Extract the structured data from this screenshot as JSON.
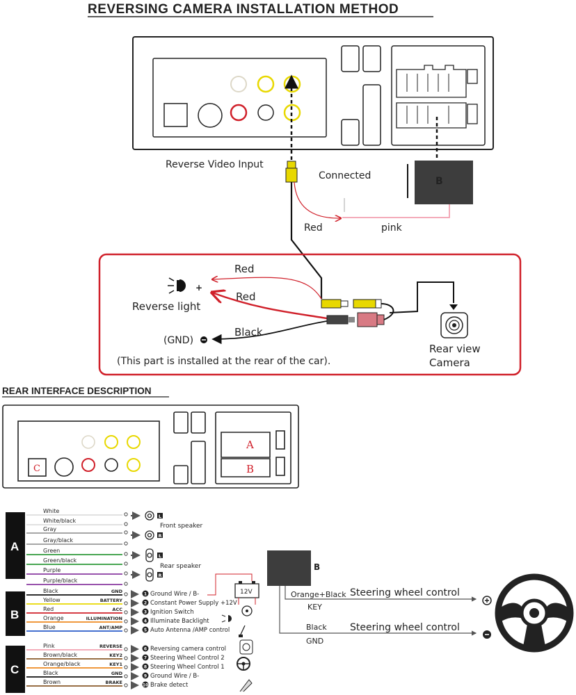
{
  "title": "REVERSING CAMERA INSTALLATION METHOD",
  "top": {
    "reverse_video_input": "Reverse Video Input",
    "connected": "Connected",
    "red": "Red",
    "pink": "pink",
    "connector_b": "B"
  },
  "rear": {
    "red_top": "Red",
    "red_mid": "Red",
    "black": "Black",
    "reverse_light": "Reverse light",
    "plus": "+",
    "gnd": "(GND)",
    "camera_line1": "Rear view",
    "camera_line2": "Camera",
    "note": "(This part is installed at the rear of the car)."
  },
  "interface": {
    "title": "REAR INTERFACE DESCRIPTION",
    "label_a": "A",
    "label_b": "B",
    "label_c": "C"
  },
  "groups": {
    "a": "A",
    "b": "B",
    "c": "C"
  },
  "group_a": {
    "wires": [
      "White",
      "White/black",
      "Gray",
      "Gray/black",
      "Green",
      "Green/black",
      "Purple",
      "Purple/black"
    ],
    "front_speaker": "Front speaker",
    "rear_speaker": "Rear speaker",
    "lr": [
      "L",
      "R",
      "L",
      "R"
    ]
  },
  "group_b": [
    {
      "wire": "Black",
      "pin": "GND",
      "num": "1",
      "desc": "Ground Wire / B-"
    },
    {
      "wire": "Yellow",
      "pin": "BATTERY",
      "num": "2",
      "desc": "Constant Power Supply +12V"
    },
    {
      "wire": "Red",
      "pin": "ACC",
      "num": "3",
      "desc": "Ignition Switch"
    },
    {
      "wire": "Orange",
      "pin": "ILLUMINATION",
      "num": "4",
      "desc": "Illuminate Backlight"
    },
    {
      "wire": "Blue",
      "pin": "ANT/AMP",
      "num": "5",
      "desc": "Auto Antenna /AMP control"
    }
  ],
  "group_c": [
    {
      "wire": "Pink",
      "pin": "REVERSE",
      "num": "6",
      "desc": "Reversing camera control"
    },
    {
      "wire": "Brown/black",
      "pin": "KEY2",
      "num": "7",
      "desc": "Steering Wheel Control 2"
    },
    {
      "wire": "Orange/black",
      "pin": "KEY1",
      "num": "8",
      "desc": "Steering Wheel Control 1"
    },
    {
      "wire": "Black",
      "pin": "GND",
      "num": "9",
      "desc": "Ground Wire / B-"
    },
    {
      "wire": "Brown",
      "pin": "BRAKE",
      "num": "10",
      "desc": "Brake detect"
    }
  ],
  "battery_label": "12V",
  "steering": {
    "box_label": "B",
    "orange_black": "Orange+Black",
    "key": "KEY",
    "control_top": "Steering wheel control",
    "black": "Black",
    "gnd": "GND",
    "control_bottom": "Steering wheel control"
  },
  "colors": {
    "wire_white": "#dddddd",
    "wire_gray": "#9a9a9a",
    "wire_green": "#2e9a3a",
    "wire_purple": "#8a3aa0",
    "wire_yellow": "#e8d800",
    "wire_red": "#d0202a",
    "wire_orange": "#ee8a20",
    "wire_blue": "#2a5cc8",
    "wire_pink": "#f2a0b0",
    "wire_brown": "#8a5a2a",
    "frame_red": "#d0202a",
    "group_box": "#111111"
  }
}
